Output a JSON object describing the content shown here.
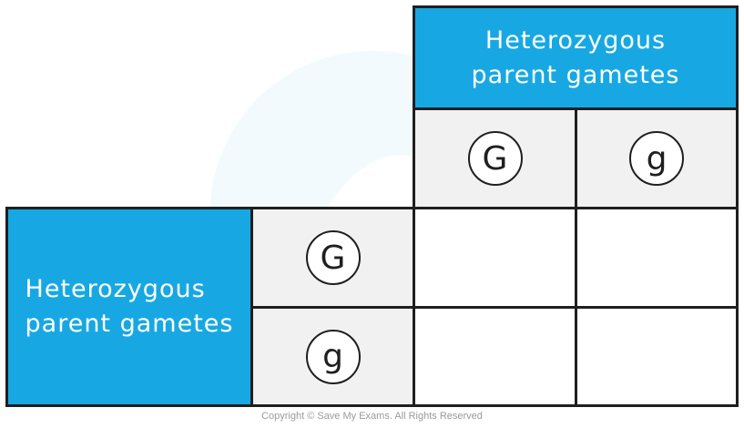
{
  "top_header": {
    "label": "Heterozygous\nparent gametes"
  },
  "left_header": {
    "label": "Heterozygous\nparent gametes"
  },
  "top_gametes": [
    "G",
    "g"
  ],
  "left_gametes": [
    "G",
    "g"
  ],
  "copyright": "Copyright © Save My Exams. All Rights Reserved",
  "colors": {
    "header_blue": "#17a8e3",
    "gamete_cell_grey": "#f1f1f1",
    "border": "#1f1f1f"
  }
}
